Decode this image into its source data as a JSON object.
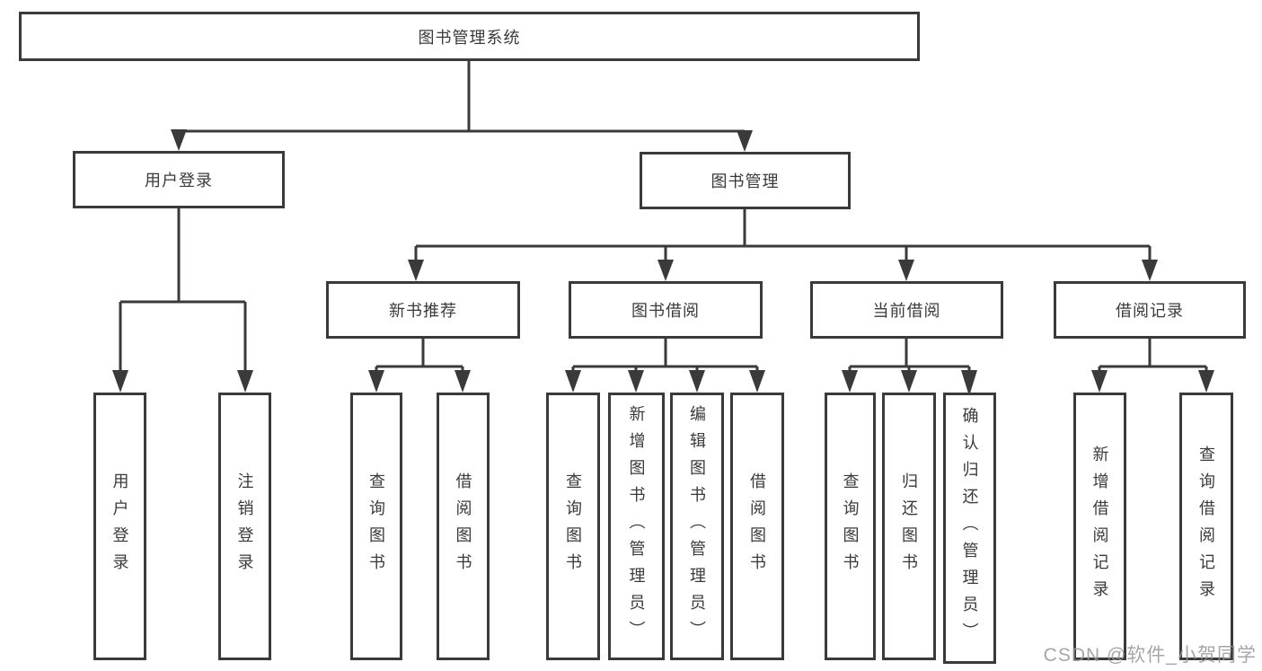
{
  "diagram": {
    "root": {
      "label": "图书管理系统"
    },
    "level2": [
      {
        "label": "用户登录"
      },
      {
        "label": "图书管理"
      }
    ],
    "level3": [
      {
        "label": "新书推荐",
        "parent": "图书管理"
      },
      {
        "label": "图书借阅",
        "parent": "图书管理"
      },
      {
        "label": "当前借阅",
        "parent": "图书管理"
      },
      {
        "label": "借阅记录",
        "parent": "图书管理"
      }
    ],
    "leaves": [
      {
        "label": "用户登录",
        "parent": "用户登录"
      },
      {
        "label": "注销登录",
        "parent": "用户登录"
      },
      {
        "label": "查询图书",
        "parent": "新书推荐"
      },
      {
        "label": "借阅图书",
        "parent": "新书推荐"
      },
      {
        "label": "查询图书",
        "parent": "图书借阅"
      },
      {
        "label": "新增图书（管理员）",
        "parent": "图书借阅"
      },
      {
        "label": "编辑图书（管理员）",
        "parent": "图书借阅"
      },
      {
        "label": "借阅图书",
        "parent": "图书借阅"
      },
      {
        "label": "查询图书",
        "parent": "当前借阅"
      },
      {
        "label": "归还图书",
        "parent": "当前借阅"
      },
      {
        "label": "确认归还（管理员）",
        "parent": "当前借阅"
      },
      {
        "label": "新增借阅记录",
        "parent": "借阅记录"
      },
      {
        "label": "查询借阅记录",
        "parent": "借阅记录"
      }
    ],
    "colors": {
      "line": "#3a3a3a",
      "box_background": "#ffffff",
      "text": "#3a3a3a",
      "watermark_text": "#969696"
    }
  },
  "watermark": {
    "label": "CSDN @软件_小贺同学"
  }
}
